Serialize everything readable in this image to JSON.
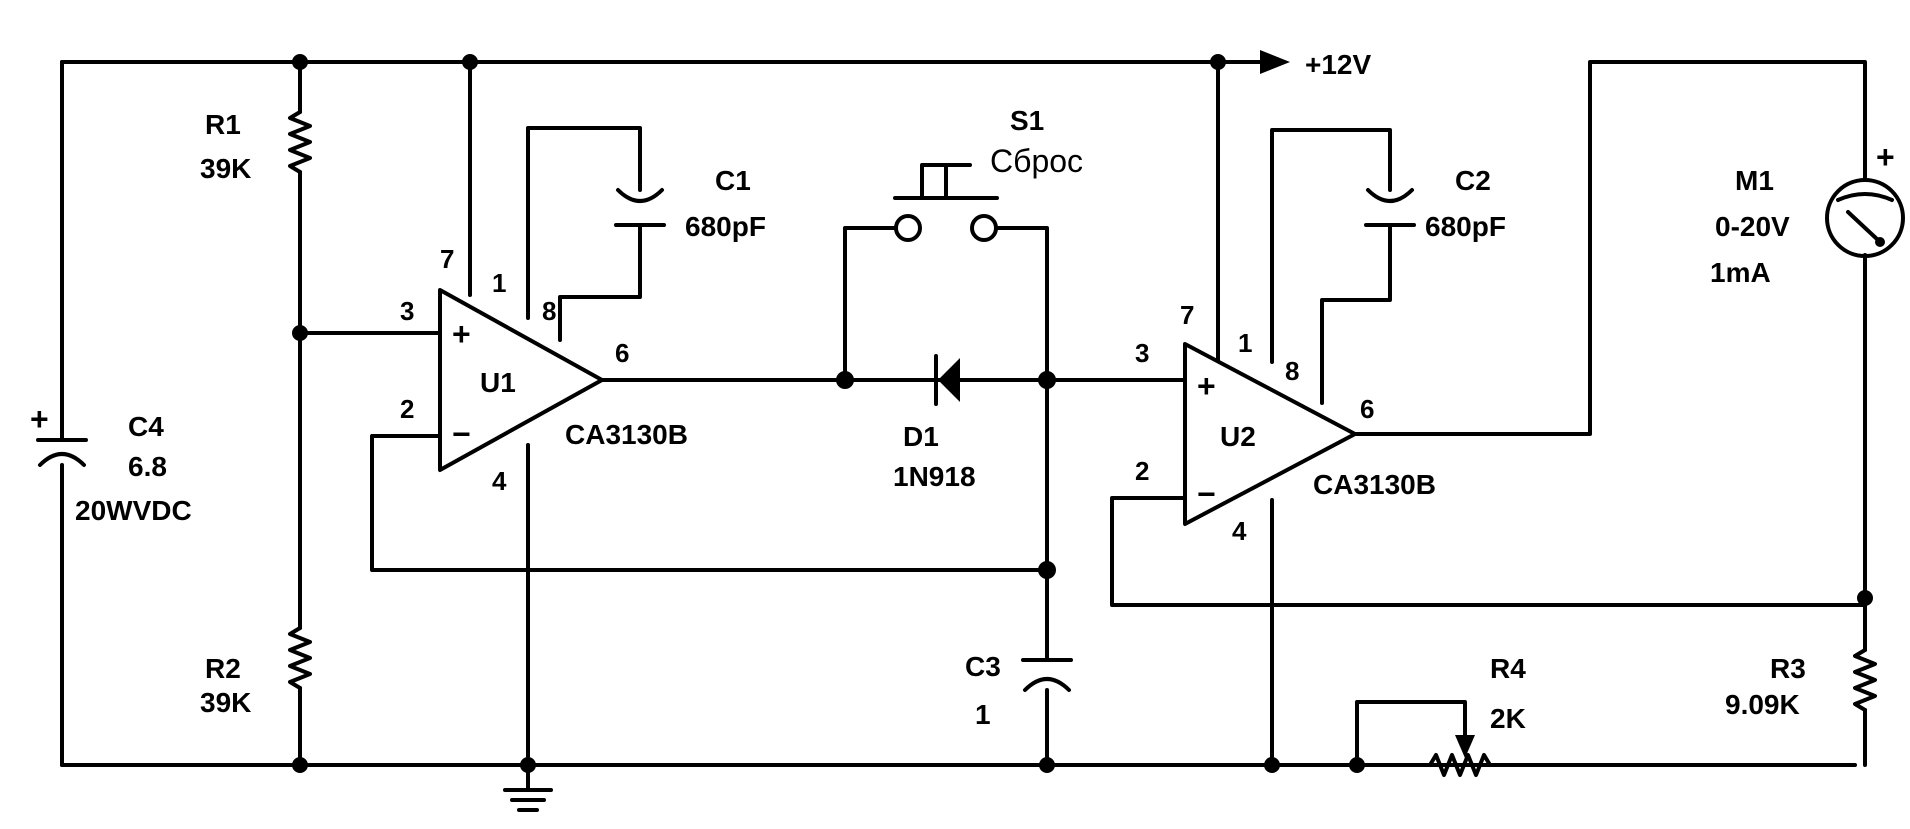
{
  "supply": {
    "label": "+12V"
  },
  "components": {
    "R1": {
      "ref": "R1",
      "value": "39K"
    },
    "R2": {
      "ref": "R2",
      "value": "39K"
    },
    "R3": {
      "ref": "R3",
      "value": "9.09K"
    },
    "R4": {
      "ref": "R4",
      "value": "2K"
    },
    "C1": {
      "ref": "C1",
      "value": "680pF"
    },
    "C2": {
      "ref": "C2",
      "value": "680pF"
    },
    "C3": {
      "ref": "C3",
      "value": "1"
    },
    "C4": {
      "ref": "C4",
      "value": "6.8",
      "rating": "20WVDC"
    },
    "S1": {
      "ref": "S1",
      "label": "Сброс"
    },
    "D1": {
      "ref": "D1",
      "value": "1N918"
    },
    "U1": {
      "ref": "U1",
      "part": "CA3130B"
    },
    "U2": {
      "ref": "U2",
      "part": "CA3130B"
    },
    "M1": {
      "ref": "M1",
      "range": "0-20V",
      "current": "1mA"
    }
  },
  "pins": {
    "U1": {
      "p7": "7",
      "p1": "1",
      "p8": "8",
      "p3": "3",
      "p2": "2",
      "p6": "6",
      "p4": "4"
    },
    "U2": {
      "p7": "7",
      "p1": "1",
      "p8": "8",
      "p3": "3",
      "p2": "2",
      "p6": "6",
      "p4": "4"
    }
  },
  "signs": {
    "plus": "+",
    "minus": "−"
  }
}
